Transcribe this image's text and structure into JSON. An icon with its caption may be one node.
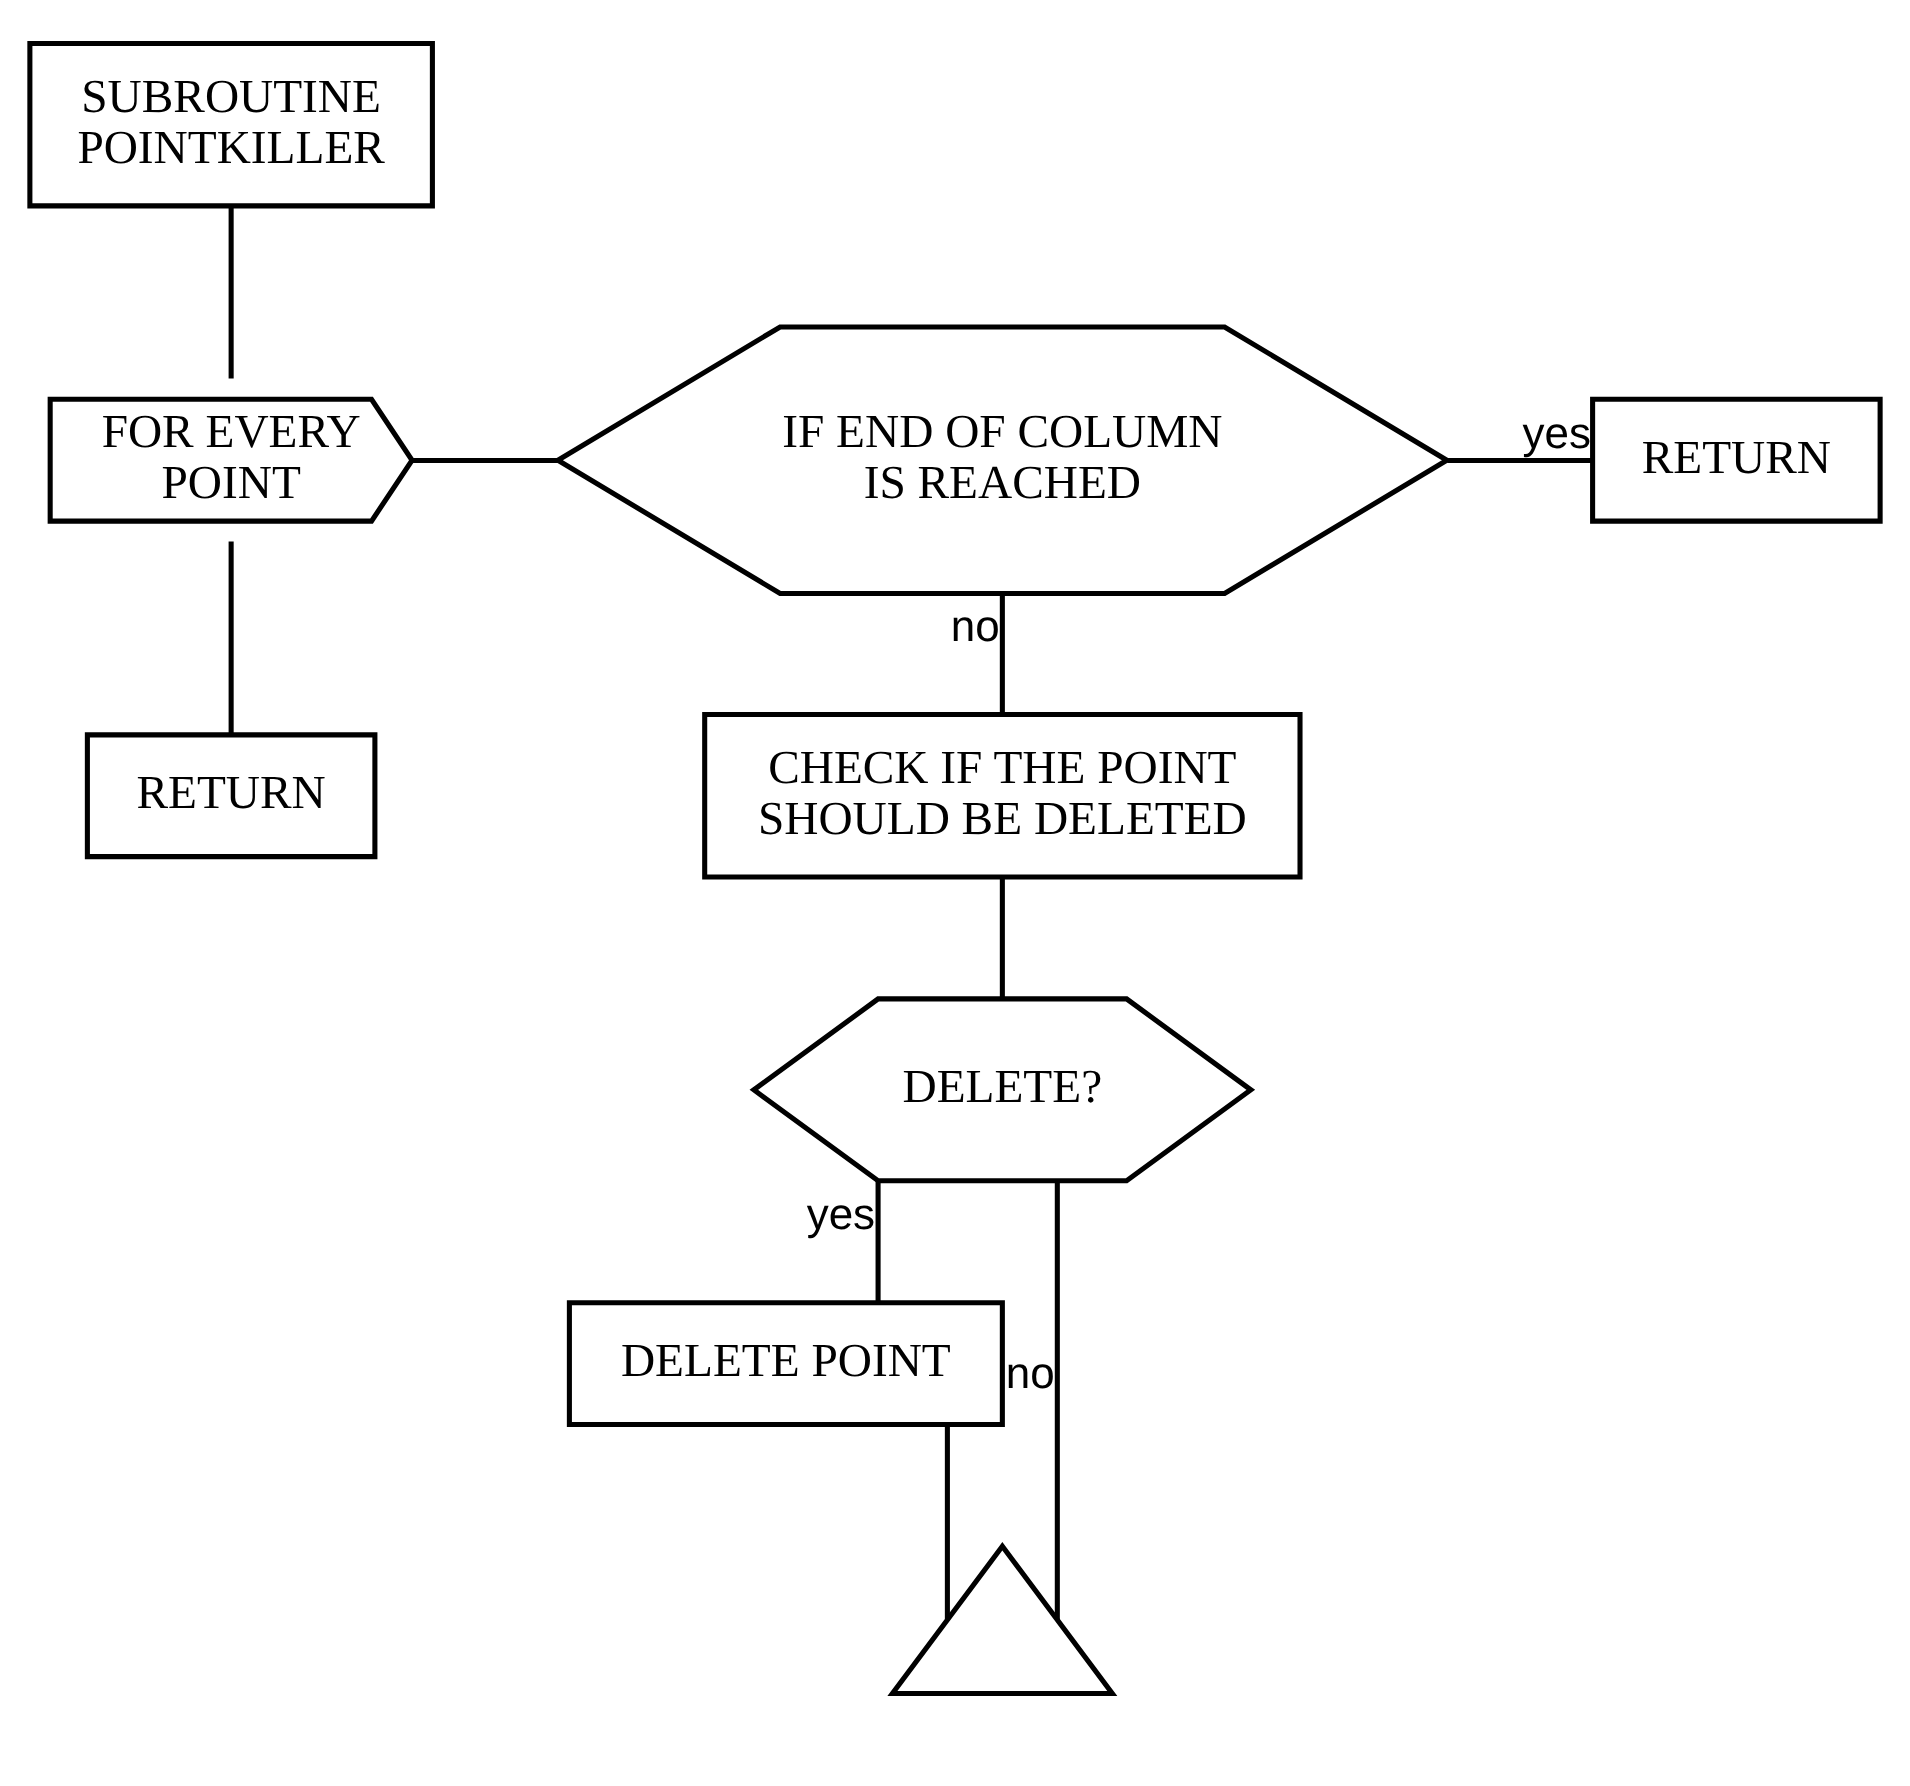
{
  "diagram": {
    "nodes": [
      {
        "text": [
          "SUBROUTINE POINTKILLER"
        ]
      },
      {
        "text": [
          "FOR EVERY POINT"
        ]
      },
      {
        "text": [
          "RETURN"
        ]
      },
      {
        "text": [
          "IF END OF COLUMN IS REACHED"
        ]
      },
      {
        "text": [
          "RETURN"
        ]
      },
      {
        "text": [
          "CHECK IF THE POINT SHOULD BE DELETED"
        ]
      },
      {
        "text": [
          "DELETE?"
        ]
      },
      {
        "text": [
          "DELETE POINT"
        ]
      },
      {
        "text": [],
        "shape": "triangle"
      }
    ],
    "edges": [
      {
        "from": 0,
        "to": 1,
        "arrow": "none"
      },
      {
        "from": 1,
        "to": 2,
        "arrow": "none"
      },
      {
        "from": 1,
        "to": 3,
        "arrow": "none"
      },
      {
        "from": 3,
        "to": 4,
        "arrow": "none",
        "label": "yes"
      },
      {
        "from": 3,
        "to": 5,
        "arrow": "none",
        "label": "no"
      },
      {
        "from": 5,
        "to": 6,
        "arrow": "none"
      },
      {
        "from": 6,
        "to": 7,
        "arrow": "none",
        "label": "yes"
      },
      {
        "from": 6,
        "to": 8,
        "arrow": "none",
        "label": "no"
      },
      {
        "from": 7,
        "to": 8,
        "arrow": "none"
      }
    ]
  }
}
